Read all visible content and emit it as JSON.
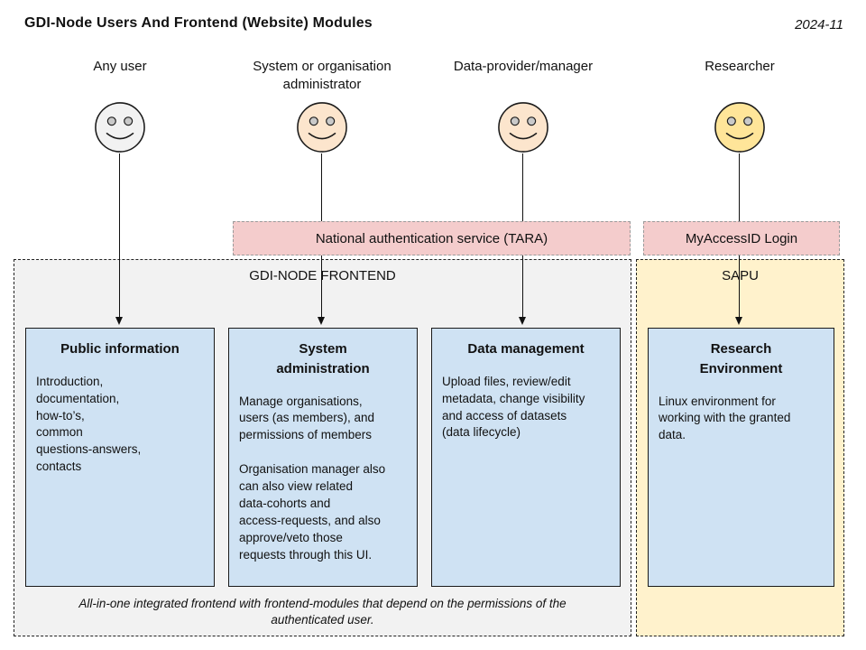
{
  "header": {
    "title": "GDI-Node Users And Frontend (Website) Modules",
    "date": "2024-11"
  },
  "actors": [
    {
      "label": "Any user",
      "face_color": "#f2f2f2"
    },
    {
      "label": "System or organisation\nadministrator",
      "face_color": "#fce5cd"
    },
    {
      "label": "Data-provider/manager",
      "face_color": "#fce5cd"
    },
    {
      "label": "Researcher",
      "face_color": "#ffe599"
    }
  ],
  "auth_services": [
    {
      "label": "National authentication service (TARA)"
    },
    {
      "label": "MyAccessID Login"
    }
  ],
  "containers": [
    {
      "label": "GDI-NODE FRONTEND"
    },
    {
      "label": "SAPU"
    }
  ],
  "modules": [
    {
      "title": "Public information",
      "body": "Introduction,\ndocumentation,\nhow-to’s,\ncommon\nquestions-answers,\ncontacts"
    },
    {
      "title": "System\nadministration",
      "body": "Manage organisations,\nusers (as members), and\npermissions of members\n\nOrganisation manager also\ncan also view related\ndata-cohorts and\naccess-requests, and also\napprove/veto those\nrequests through this UI."
    },
    {
      "title": "Data management",
      "body": "Upload files, review/edit\nmetadata, change visibility\nand access of datasets\n(data lifecycle)"
    },
    {
      "title": "Research\nEnvironment",
      "body": "Linux environment for\nworking with the granted\ndata."
    }
  ],
  "footer_note": "All-in-one integrated frontend with frontend-modules that depend on the permissions of the\nauthenticated user.",
  "colors": {
    "module_fill": "#cfe2f3",
    "module_border": "#1a1a1a",
    "frontend_fill": "#f2f2f2",
    "sapu_fill": "#fff2cc",
    "auth_fill": "#f4cccc",
    "face_any_user": "#f2f2f2",
    "face_admin": "#fce5cd",
    "face_provider": "#fce5cd",
    "face_researcher": "#ffe599"
  }
}
